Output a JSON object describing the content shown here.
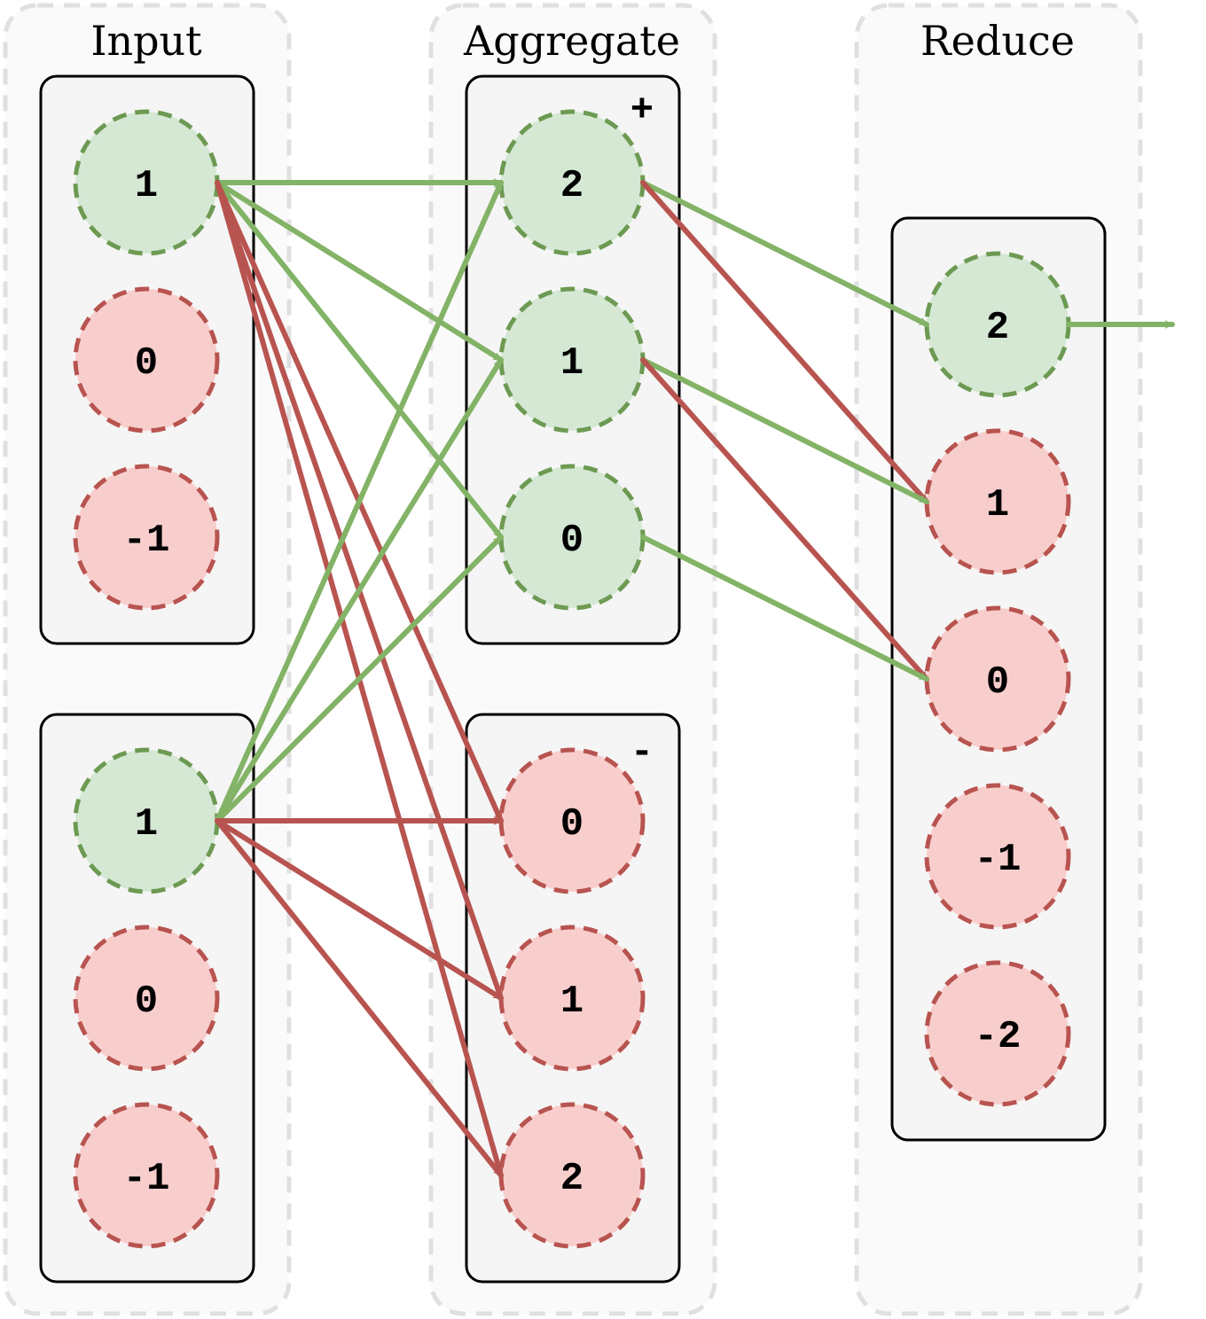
{
  "colors": {
    "green_fill": "#d5e8d4",
    "green_stroke": "#6d9a52",
    "green_edge": "#82b366",
    "red_fill": "#f8cecc",
    "red_stroke": "#b85450",
    "red_edge": "#b85450",
    "column_bg": "#fafafa",
    "column_border": "#e0e0e0",
    "box_bg": "#f5f5f5",
    "box_border": "#000000"
  },
  "columns": [
    {
      "id": "input",
      "title": "Input"
    },
    {
      "id": "aggregate",
      "title": "Aggregate"
    },
    {
      "id": "reduce",
      "title": "Reduce"
    }
  ],
  "boxes": [
    {
      "id": "input-top",
      "column": "input",
      "sign": "",
      "nodes": [
        {
          "id": "it1",
          "label": "1",
          "state": "active"
        },
        {
          "id": "it0",
          "label": "0",
          "state": "inactive"
        },
        {
          "id": "itm1",
          "label": "-1",
          "state": "inactive"
        }
      ]
    },
    {
      "id": "input-bottom",
      "column": "input",
      "sign": "",
      "nodes": [
        {
          "id": "ib1",
          "label": "1",
          "state": "active"
        },
        {
          "id": "ib0",
          "label": "0",
          "state": "inactive"
        },
        {
          "id": "ibm1",
          "label": "-1",
          "state": "inactive"
        }
      ]
    },
    {
      "id": "aggregate-plus",
      "column": "aggregate",
      "sign": "+",
      "nodes": [
        {
          "id": "ap2",
          "label": "2",
          "state": "active"
        },
        {
          "id": "ap1",
          "label": "1",
          "state": "active"
        },
        {
          "id": "ap0",
          "label": "0",
          "state": "active"
        }
      ]
    },
    {
      "id": "aggregate-minus",
      "column": "aggregate",
      "sign": "-",
      "nodes": [
        {
          "id": "am0",
          "label": "0",
          "state": "inactive"
        },
        {
          "id": "am1",
          "label": "1",
          "state": "inactive"
        },
        {
          "id": "am2",
          "label": "2",
          "state": "inactive"
        }
      ]
    },
    {
      "id": "reduce-box",
      "column": "reduce",
      "sign": "",
      "nodes": [
        {
          "id": "r2",
          "label": "2",
          "state": "active"
        },
        {
          "id": "r1",
          "label": "1",
          "state": "inactive"
        },
        {
          "id": "r0",
          "label": "0",
          "state": "inactive"
        },
        {
          "id": "rm1",
          "label": "-1",
          "state": "inactive"
        },
        {
          "id": "rm2",
          "label": "-2",
          "state": "inactive"
        }
      ]
    }
  ],
  "edges": [
    {
      "from": "it1",
      "to": "ap2",
      "color": "green"
    },
    {
      "from": "it1",
      "to": "ap1",
      "color": "green"
    },
    {
      "from": "it1",
      "to": "ap0",
      "color": "green"
    },
    {
      "from": "it1",
      "to": "am0",
      "color": "red"
    },
    {
      "from": "it1",
      "to": "am1",
      "color": "red"
    },
    {
      "from": "it1",
      "to": "am2",
      "color": "red"
    },
    {
      "from": "ib1",
      "to": "ap2",
      "color": "green"
    },
    {
      "from": "ib1",
      "to": "ap1",
      "color": "green"
    },
    {
      "from": "ib1",
      "to": "ap0",
      "color": "green"
    },
    {
      "from": "ib1",
      "to": "am0",
      "color": "red"
    },
    {
      "from": "ib1",
      "to": "am1",
      "color": "red"
    },
    {
      "from": "ib1",
      "to": "am2",
      "color": "red"
    },
    {
      "from": "ap2",
      "to": "r2",
      "color": "green"
    },
    {
      "from": "ap2",
      "to": "r1",
      "color": "red"
    },
    {
      "from": "ap1",
      "to": "r1",
      "color": "green"
    },
    {
      "from": "ap1",
      "to": "r0",
      "color": "red"
    },
    {
      "from": "ap0",
      "to": "r0",
      "color": "green"
    }
  ],
  "output_edge": {
    "from": "r2",
    "color": "green"
  }
}
